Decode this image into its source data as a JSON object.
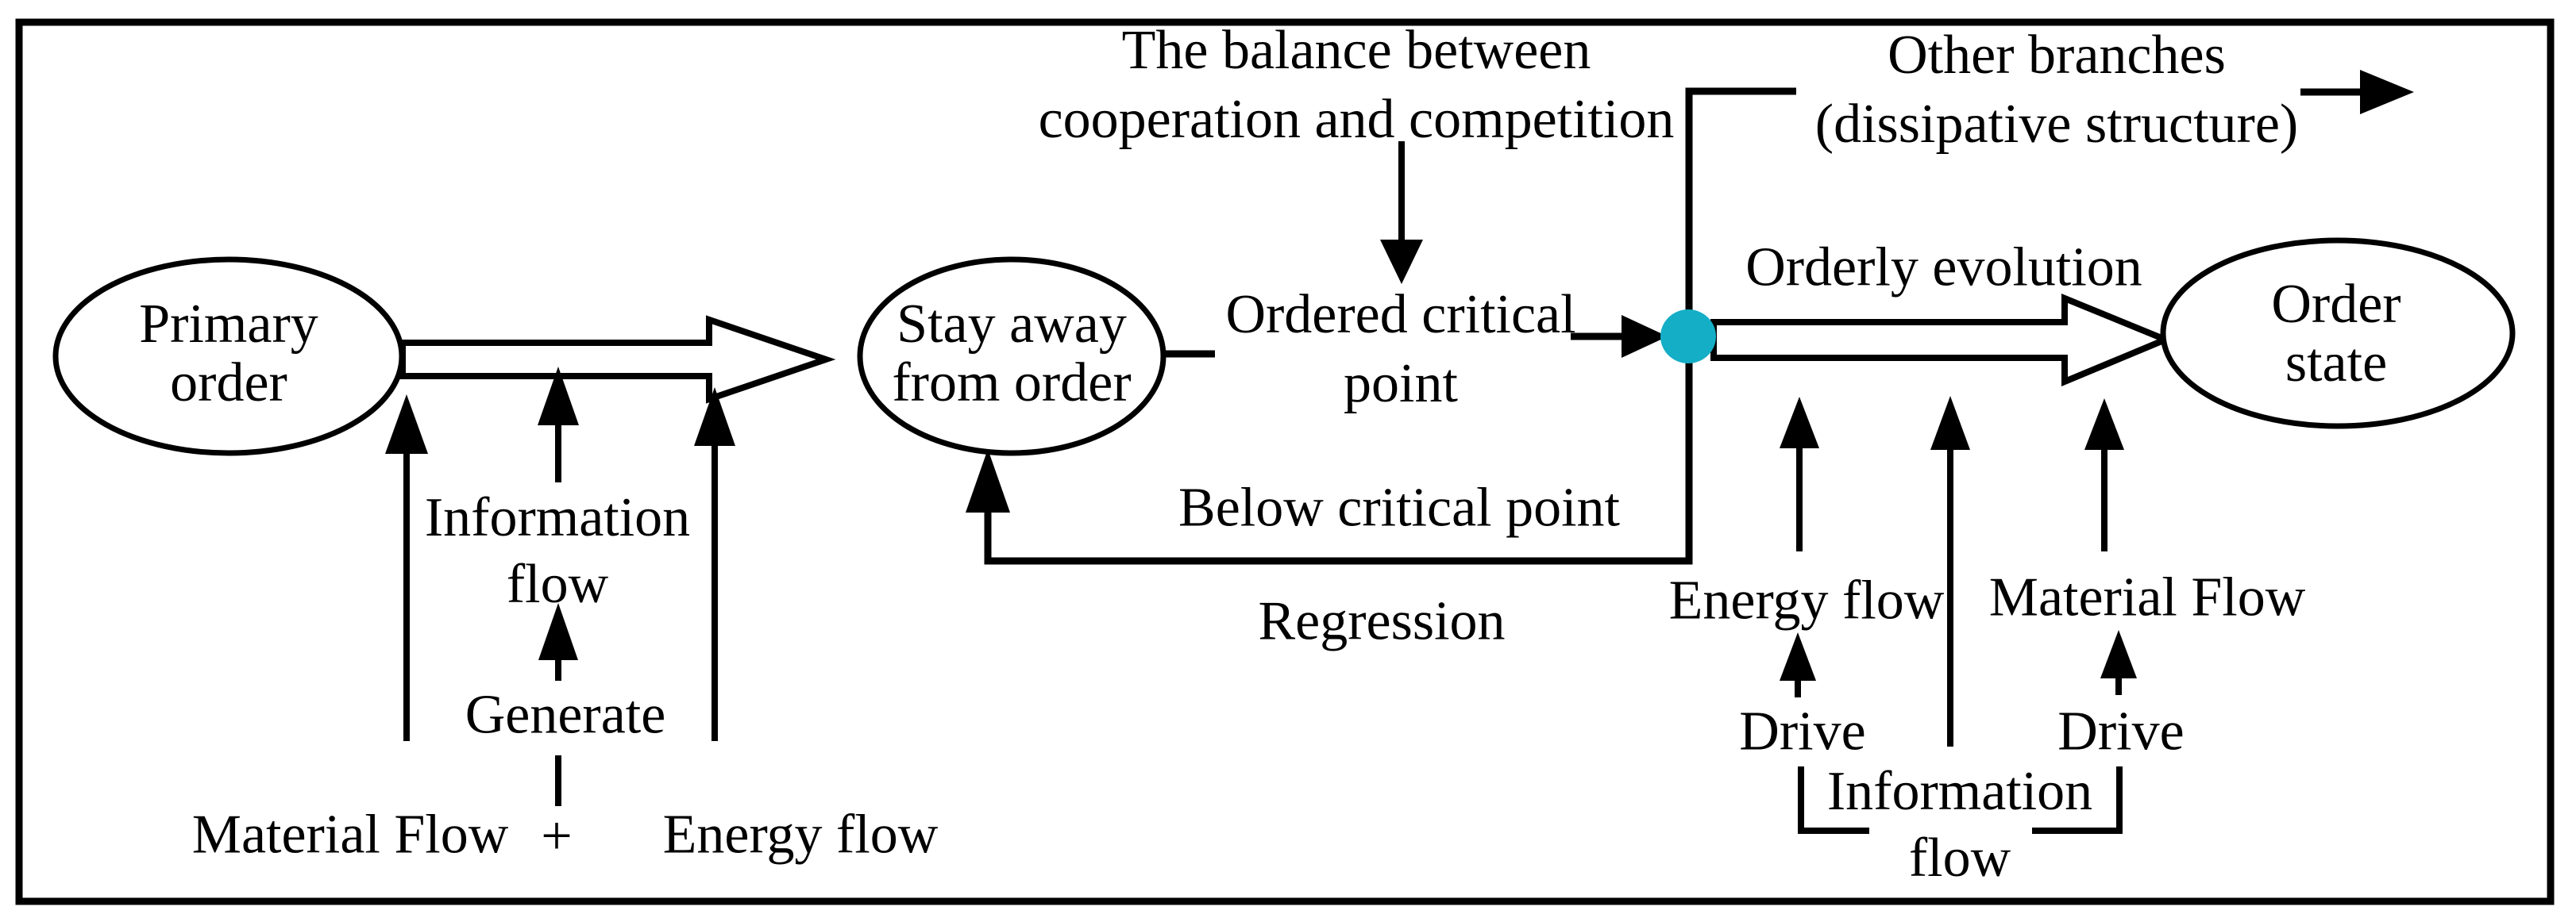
{
  "figure": {
    "kind": "flow-diagram",
    "topic": "order evolution via critical point (dissipative structure)"
  },
  "colors": {
    "critical_point_node": "#14aec6",
    "line": "#000000",
    "background": "#ffffff"
  },
  "nodes": {
    "primary_order": "Primary\norder",
    "stay_away_from_order": "Stay away\nfrom order",
    "order_state": "Order state"
  },
  "labels": {
    "balance_title": "The balance between\ncooperation and competition",
    "other_branches": "Other branches\n(dissipative structure)",
    "ordered_critical_point": "Ordered critical\npoint",
    "orderly_evolution": "Orderly evolution",
    "below_critical_point": "Below critical point",
    "regression": "Regression",
    "information_flow_left": "Information\nflow",
    "generate": "Generate",
    "material_flow_left": "Material Flow",
    "plus_sign": "+",
    "energy_flow_left": "Energy flow",
    "energy_flow_right": "Energy flow",
    "material_flow_right": "Material Flow",
    "drive_left": "Drive",
    "drive_right": "Drive",
    "information_flow_right": "Information\nflow"
  }
}
